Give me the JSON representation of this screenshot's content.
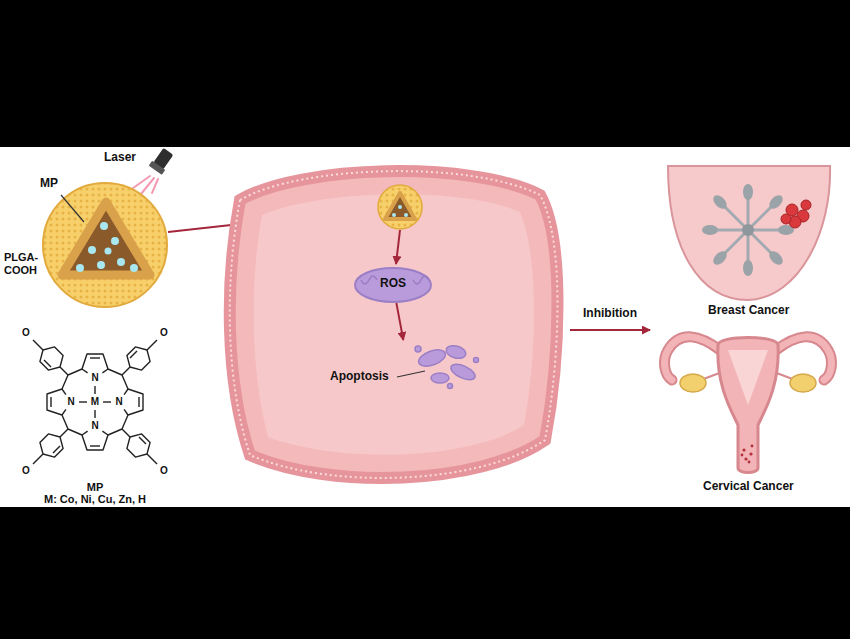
{
  "diagram": {
    "nodes": [
      {
        "text": [
          "MP",
          "PLGA- COOH"
        ]
      },
      {
        "text": [
          "ROS"
        ]
      },
      {
        "text": [
          "Apoptosis"
        ]
      },
      {
        "text": [
          "Breast Cancer"
        ]
      },
      {
        "text": [
          "Cervical Cancer"
        ]
      }
    ],
    "edges": [
      {
        "from": 1,
        "to": 2,
        "arrow": "to"
      }
    ],
    "labels": [
      "Laser",
      "O",
      "O",
      "O",
      "O",
      "N",
      "N",
      "N",
      "N",
      "M",
      "MP",
      "M: Co, Ni, Cu, Zn, H",
      "Inhibition"
    ]
  }
}
